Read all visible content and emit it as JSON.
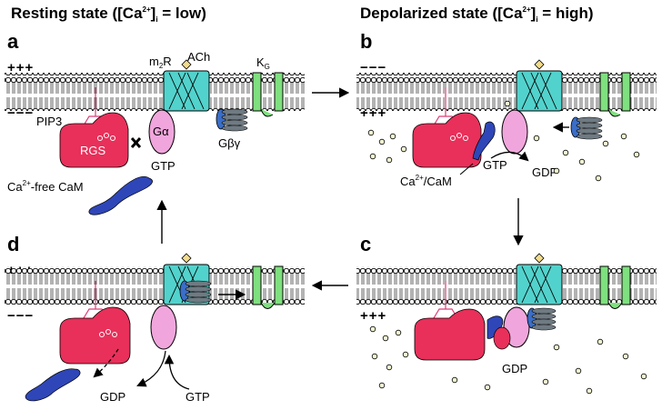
{
  "headers": {
    "left_pre": "Resting state ([Ca",
    "left_sup": "2+",
    "left_mid": "]",
    "left_sub": "i",
    "left_post": " = low)",
    "right_pre": "Depolarized state ([Ca",
    "right_sup": "2+",
    "right_mid": "]",
    "right_sub": "i",
    "right_post": " = high)"
  },
  "panels": {
    "a": {
      "letter": "a",
      "top_sign": "+++",
      "bottom_sign": "−−−",
      "m2r_base": "m",
      "m2r_sub": "2",
      "m2r_post": "R",
      "ach": "ACh",
      "kg_base": "K",
      "kg_sub": "G",
      "pip3": "PIP3",
      "rgs": "RGS",
      "galpha": "Gα",
      "gtp": "GTP",
      "gbg": "Gβγ",
      "cam_pre": "Ca",
      "cam_sup": "2+",
      "cam_post": "-free CaM"
    },
    "b": {
      "letter": "b",
      "top_sign": "−−−",
      "bottom_sign": "+++",
      "cacam_pre": "Ca",
      "cacam_sup": "2+",
      "cacam_post": "/CaM",
      "gtp": "GTP",
      "gdp": "GDP"
    },
    "c": {
      "letter": "c",
      "top_sign": "−−−",
      "bottom_sign": "+++",
      "gdp": "GDP"
    },
    "d": {
      "letter": "d",
      "top_sign": "+++",
      "bottom_sign": "−−−",
      "gdp": "GDP",
      "gtp": "GTP"
    }
  },
  "colors": {
    "rgs": "#e8305a",
    "galpha": "#f0a6dc",
    "receptor": "#52d2cc",
    "channel": "#7ee07e",
    "cam": "#2f46b8",
    "gbg": "#6f7a82",
    "gbg_cap": "#3a6ec8",
    "pip3": "#e03c78",
    "ach": "#f2dc8c",
    "calcium": "#f4f6d2"
  }
}
